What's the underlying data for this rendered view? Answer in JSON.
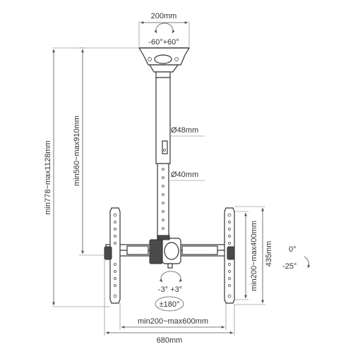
{
  "labels": {
    "top_width": "200mm",
    "plate_rotation": "-60°+60°",
    "outer_pole_diameter": "Ø48mm",
    "inner_pole_diameter": "Ø40mm",
    "total_height": "min778~max1128mm",
    "pole_length": "min560~max910mm",
    "side_height": "min200~max400mm",
    "bracket_height": "435mm",
    "tilt_top": "0°",
    "tilt_bottom": "-25°",
    "swivel": "-3° +3°",
    "rotation": "±180°",
    "inner_width": "min200~max600mm",
    "outer_width": "680mm"
  },
  "colors": {
    "line": "#333333",
    "dark_part": "#4a4a4a",
    "background": "#ffffff"
  }
}
